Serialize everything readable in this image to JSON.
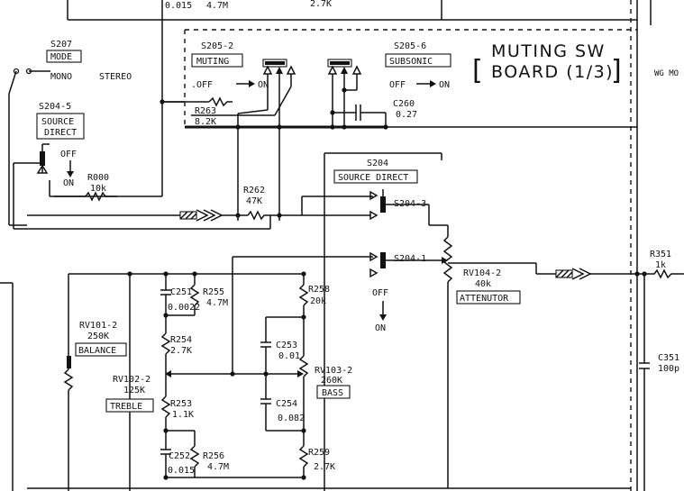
{
  "board_title": {
    "line1": "MUTING SW",
    "line2": "BOARD (1/3)"
  },
  "switches": {
    "s207": {
      "ref": "S207",
      "label": "MODE",
      "mono": "MONO",
      "stereo": "STEREO"
    },
    "s204_5": {
      "ref": "S204-5",
      "label_line1": "SOURCE",
      "label_line2": "DIRECT",
      "off": "OFF",
      "on": "ON"
    },
    "s205_2": {
      "ref": "S205-2",
      "label": "MUTING",
      "off": ".OFF",
      "on": "ON"
    },
    "s205_6": {
      "ref": "S205-6",
      "label": "SUBSONIC",
      "off": "OFF",
      "on": "ON"
    },
    "s204": {
      "ref": "S204",
      "label": "SOURCE DIRECT"
    },
    "s204_3": {
      "ref": "S204-3"
    },
    "s204_1": {
      "ref": "S204-1",
      "off": "OFF",
      "on": "ON"
    }
  },
  "components": {
    "r263": {
      "ref": "R263",
      "value": "8.2K"
    },
    "c260": {
      "ref": "C260",
      "value": "0.27"
    },
    "r000": {
      "ref": "R000",
      "value": "10k"
    },
    "r262": {
      "ref": "R262",
      "value": "47K"
    },
    "c251": {
      "ref": "C251",
      "value": "0.0022"
    },
    "r255": {
      "ref": "R255",
      "value": "4.7M"
    },
    "r254": {
      "ref": "R254",
      "value": "2.7K"
    },
    "r253": {
      "ref": "R253",
      "value": "1.1K"
    },
    "c252": {
      "ref": "C252",
      "value": "0.015"
    },
    "r256": {
      "ref": "R256",
      "value": "4.7M"
    },
    "r258": {
      "ref": "R258",
      "value": "20k"
    },
    "c253": {
      "ref": "C253",
      "value": "0.01"
    },
    "c254": {
      "ref": "C254",
      "value": "0.082"
    },
    "r259": {
      "ref": "R259",
      "value": "2.7K"
    },
    "r351": {
      "ref": "R351",
      "value": "1k"
    },
    "c351": {
      "ref": "C351",
      "value": "100p"
    }
  },
  "controls": {
    "rv101": {
      "ref": "RV101-2",
      "value": "250K",
      "label": "BALANCE"
    },
    "rv102": {
      "ref": "RV102-2",
      "value": "125K",
      "label": "TREBLE"
    },
    "rv103": {
      "ref": "RV103-2",
      "value": "260K",
      "label": "BASS"
    },
    "rv104": {
      "ref": "RV104-2",
      "value": "40k",
      "label": "ATTENUTOR"
    }
  },
  "top_partial": {
    "c1": "0.015",
    "r1": "4.7M",
    "r2": "2.7K"
  },
  "edge_text": "WG MO"
}
